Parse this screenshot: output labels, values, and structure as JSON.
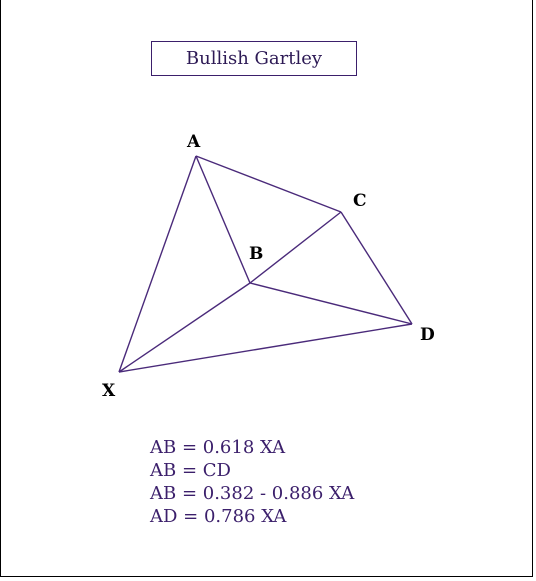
{
  "title": "Bullish Gartley",
  "points": {
    "A": "A",
    "B": "B",
    "C": "C",
    "D": "D",
    "X": "X"
  },
  "formulas": [
    "AB = 0.618 XA",
    "AB = CD",
    "AB = 0.382 - 0.886 XA",
    "AD = 0.786 XA"
  ],
  "colors": {
    "line": "#4a2a7a",
    "text": "#3b1f6b"
  }
}
